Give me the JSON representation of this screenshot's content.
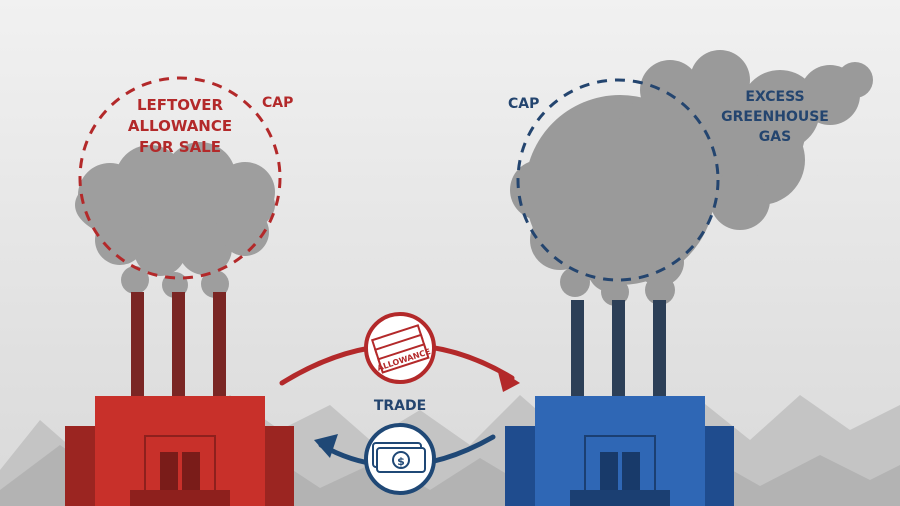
{
  "left_factory": {
    "leftover_label": [
      "LEFTOVER",
      "ALLOWANCE",
      "FOR SALE"
    ],
    "cap_label": "CAP",
    "color": "#c8302a"
  },
  "right_factory": {
    "cap_label": "CAP",
    "excess_label": [
      "EXCESS",
      "GREENHOUSE",
      "GAS"
    ],
    "color": "#2f67b5"
  },
  "trade": {
    "label": "TRADE",
    "allowance_ticket_text": "ALLOWANCE",
    "money_symbol": "$",
    "red_color": "#b8292a",
    "blue_color": "#1f4876"
  },
  "icons": [
    "allowance-tickets-icon",
    "money-bills-icon"
  ]
}
